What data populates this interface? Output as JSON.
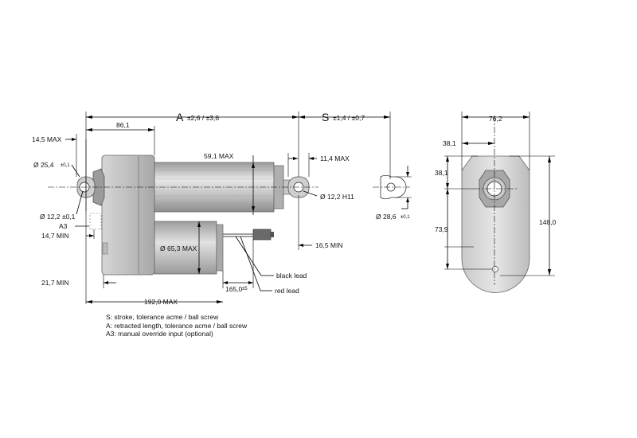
{
  "dimensions": {
    "a_letter": "A",
    "a_tol": "±2,6 / ±3,6",
    "s_letter": "S",
    "s_tol": "±1,4 / ±0,7",
    "d86": "86,1",
    "d14_5": "14,5 MAX",
    "d25_4": "Ø 25,4",
    "d25_4_tol": "±0,1",
    "d12_2": "Ø 12,2 ±0,1",
    "a3": "A3",
    "d14_7": "14,7 MIN",
    "d21_7": "21,7 MIN",
    "d59_1": "59,1 MAX",
    "d11_4": "11,4 MAX",
    "d12_2h": "Ø 12,2 H11",
    "d16_5": "16,5 MIN",
    "d65_3": "Ø 65,3 MAX",
    "d165": "165,0",
    "d165_tol": "±5",
    "d192": "192,0 MAX",
    "d28_6": "Ø 28,6",
    "d28_6_tol": "±0,1",
    "d76_2": "76,2",
    "d38_1a": "38,1",
    "d38_1b": "38,1",
    "d73_9": "73,9",
    "d148": "148,0"
  },
  "leads": {
    "black": "black lead",
    "red": "red lead"
  },
  "legend": {
    "s": "S: stroke, tolerance acme / ball screw",
    "a": "A: retracted length, tolerance acme / ball screw",
    "a3": "A3: manual override input (optional)"
  }
}
